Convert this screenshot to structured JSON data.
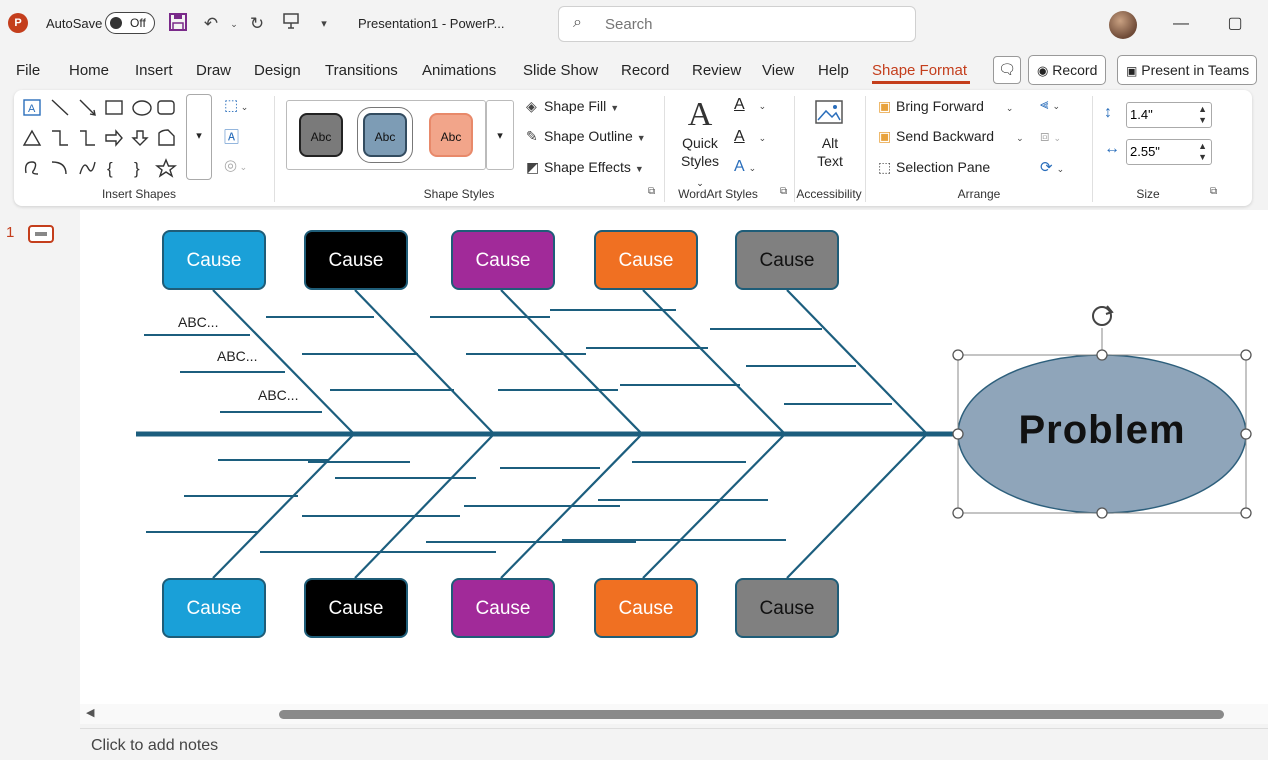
{
  "titlebar": {
    "app_icon": "powerpoint-logo",
    "app_letter": "P",
    "autosave_label": "AutoSave",
    "autosave_state": "Off",
    "document_title": "Presentation1  -  PowerP...",
    "search_placeholder": "Search",
    "qat_icons": [
      "save-icon",
      "undo-icon",
      "redo-icon",
      "present-from-start-icon",
      "customize-qat-icon"
    ]
  },
  "menu": {
    "items": [
      "File",
      "Home",
      "Insert",
      "Draw",
      "Design",
      "Transitions",
      "Animations",
      "Slide Show",
      "Record",
      "Review",
      "View",
      "Help",
      "Shape Format"
    ],
    "active": "Shape Format",
    "record_label": "Record",
    "present_label": "Present in Teams"
  },
  "ribbon": {
    "groups": {
      "insert_shapes": "Insert Shapes",
      "shape_styles": "Shape Styles",
      "wordart_styles": "WordArt Styles",
      "accessibility": "Accessibility",
      "arrange": "Arrange",
      "size": "Size"
    },
    "style_swatches": [
      "Abc",
      "Abc",
      "Abc"
    ],
    "shape_fill": "Shape Fill",
    "shape_outline": "Shape Outline",
    "shape_effects": "Shape Effects",
    "quick_styles_line1": "Quick",
    "quick_styles_line2": "Styles",
    "alt_text_line1": "Alt",
    "alt_text_line2": "Text",
    "bring_forward": "Bring Forward",
    "send_backward": "Send Backward",
    "selection_pane": "Selection Pane",
    "height_value": "1.4\"",
    "width_value": "2.55\""
  },
  "slides": {
    "number": "1"
  },
  "diagram": {
    "spine_color": "#1c5e7e",
    "top_causes": [
      {
        "label": "Cause",
        "color": "#1aa0d8",
        "text_color": "#ffffff"
      },
      {
        "label": "Cause",
        "color": "#000000",
        "text_color": "#ffffff"
      },
      {
        "label": "Cause",
        "color": "#a12a99",
        "text_color": "#ffffff"
      },
      {
        "label": "Cause",
        "color": "#f07022",
        "text_color": "#ffffff"
      },
      {
        "label": "Cause",
        "color": "#808080",
        "text_color": "#111111"
      }
    ],
    "bottom_causes": [
      {
        "label": "Cause",
        "color": "#1aa0d8",
        "text_color": "#ffffff"
      },
      {
        "label": "Cause",
        "color": "#000000",
        "text_color": "#ffffff"
      },
      {
        "label": "Cause",
        "color": "#a12a99",
        "text_color": "#ffffff"
      },
      {
        "label": "Cause",
        "color": "#f07022",
        "text_color": "#ffffff"
      },
      {
        "label": "Cause",
        "color": "#808080",
        "text_color": "#111111"
      }
    ],
    "sub_labels": [
      "ABC...",
      "ABC...",
      "ABC..."
    ],
    "problem_label": "Problem",
    "problem_fill": "#8fa5ba"
  },
  "notes": {
    "placeholder": "Click to add notes"
  }
}
